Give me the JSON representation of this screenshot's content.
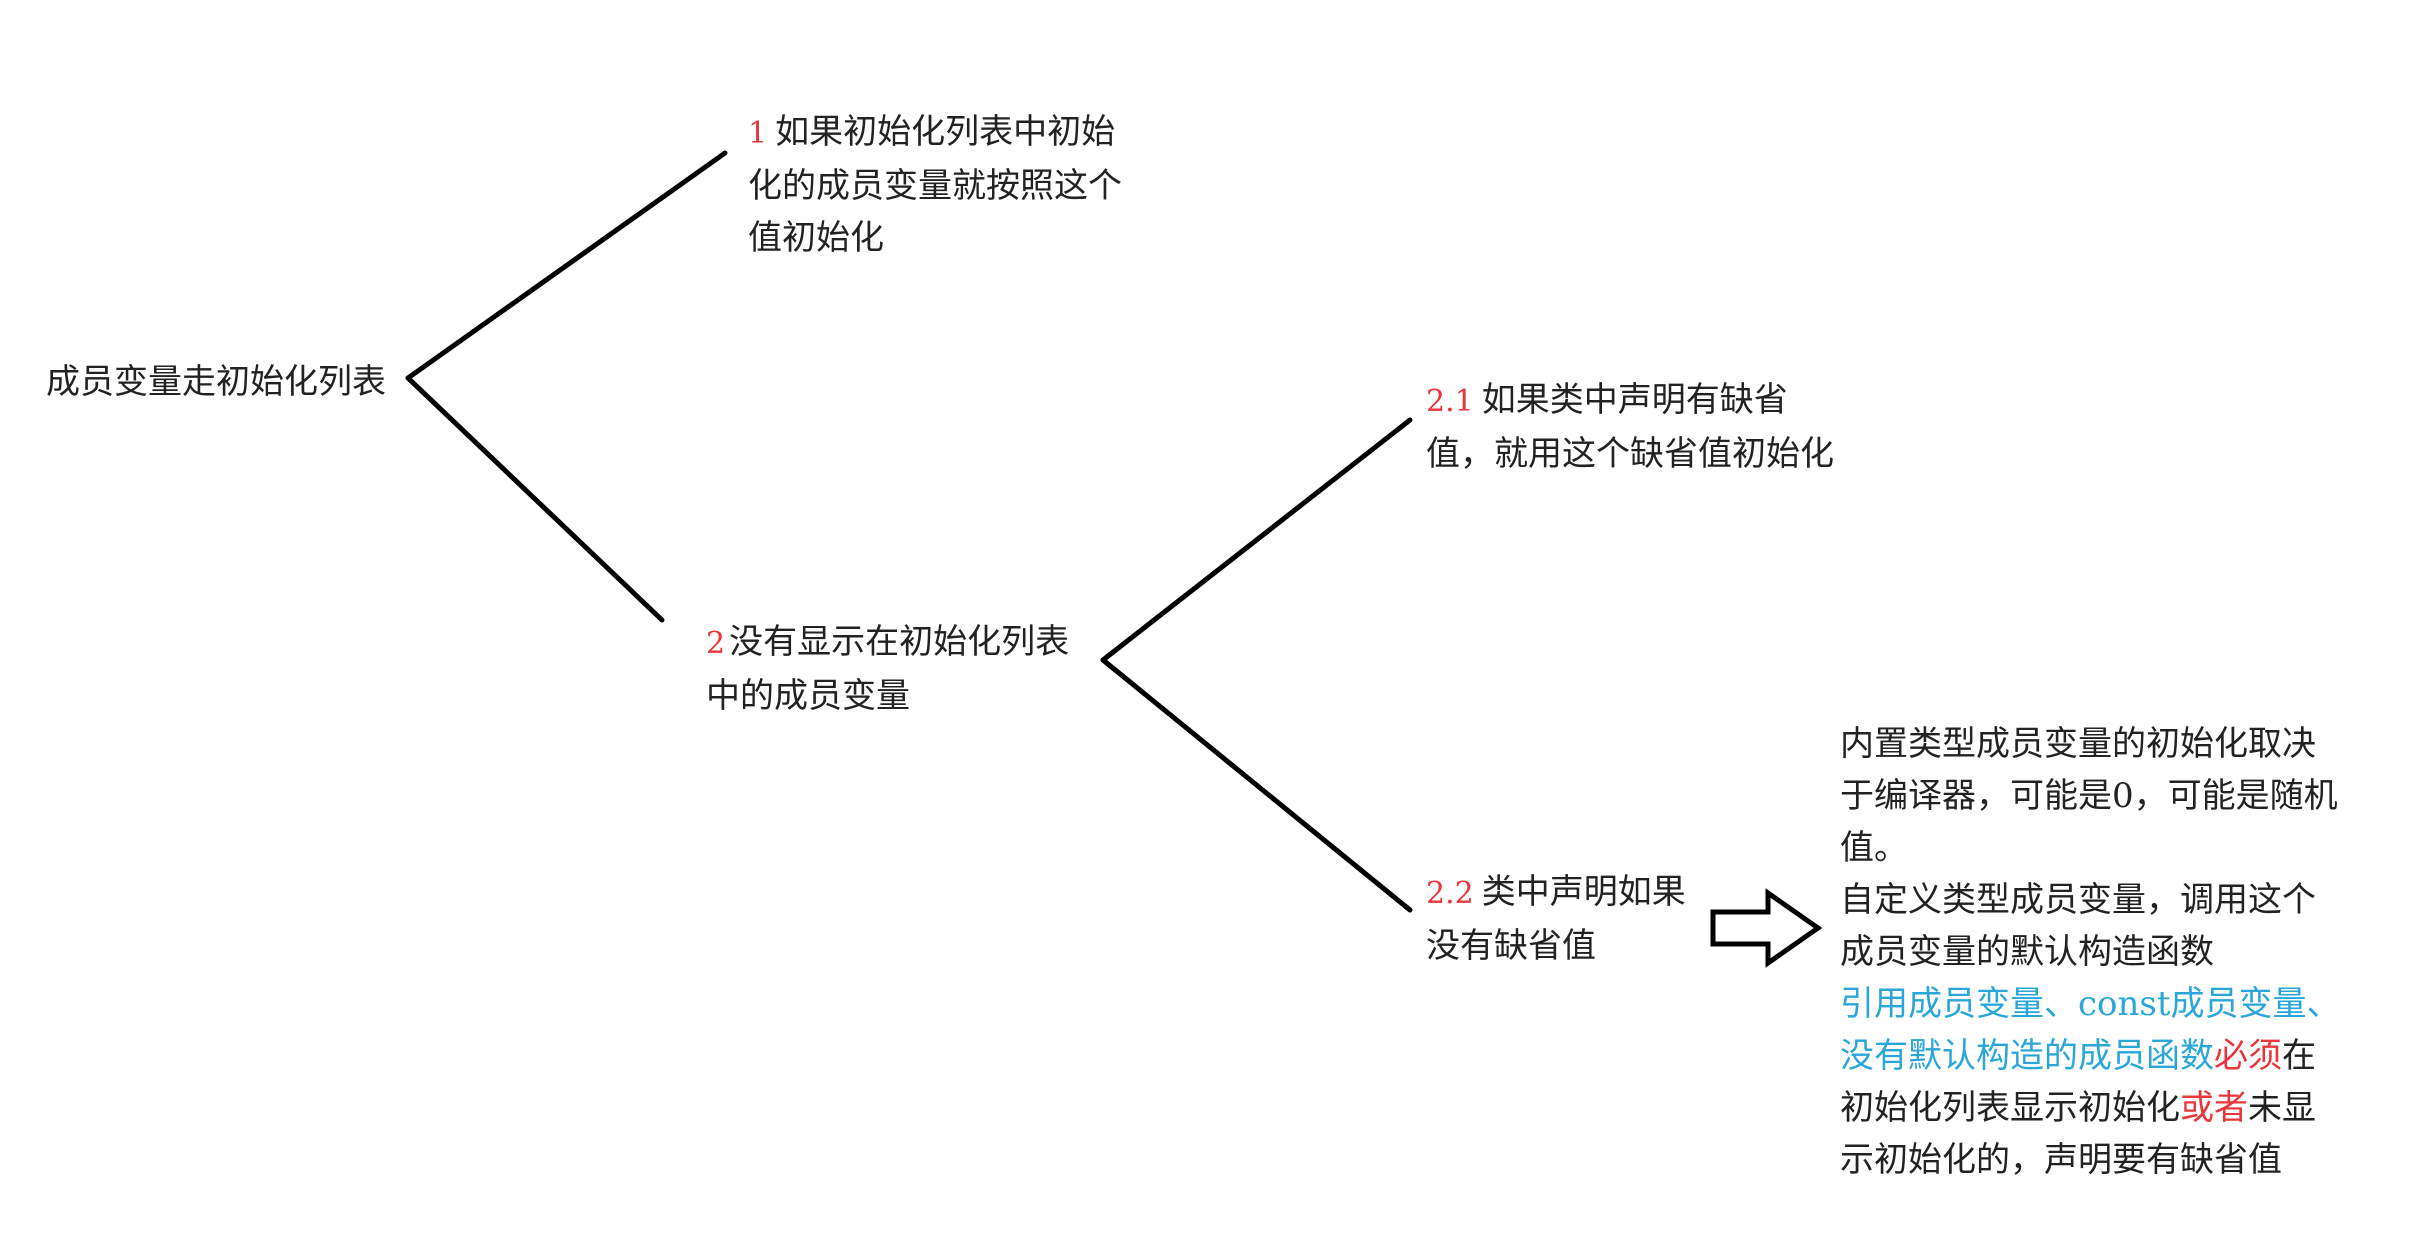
{
  "colors": {
    "text": "#222222",
    "number": "#e8363c",
    "emphasis": "#e8363c",
    "highlight": "#2aa6d9",
    "line": "#000000"
  },
  "root": {
    "label": "成员变量走初始化列表"
  },
  "branch1": {
    "number": "1",
    "lines": [
      "如果初始化列表中初始",
      "化的成员变量就按照这个",
      "值初始化"
    ]
  },
  "branch2": {
    "number": "2",
    "lines": [
      "没有显示在初始化列表",
      "中的成员变量"
    ]
  },
  "branch2_1": {
    "number": "2.1",
    "lines": [
      "如果类中声明有缺省",
      "值，就用这个缺省值初始化"
    ]
  },
  "branch2_2": {
    "number": "2.2",
    "lines": [
      "类中声明如果",
      "没有缺省值"
    ]
  },
  "arrow": {
    "icon": "right-arrow-outline-icon"
  },
  "note": {
    "line1": "内置类型成员变量的初始化取决",
    "line2": "于编译器，可能是0，可能是随机",
    "line3": "值。",
    "line4": "自定义类型成员变量，调用这个",
    "line5": "成员变量的默认构造函数",
    "line6": "引用成员变量、const成员变量、",
    "line7_blue": "没有默认构造的成员函数",
    "line7_red": "必须",
    "line7_rest": "在",
    "line8_a": "初始化列表显示初始化",
    "line8_red": "或者",
    "line8_b": "未显",
    "line9": "示初始化的，声明要有缺省值"
  }
}
